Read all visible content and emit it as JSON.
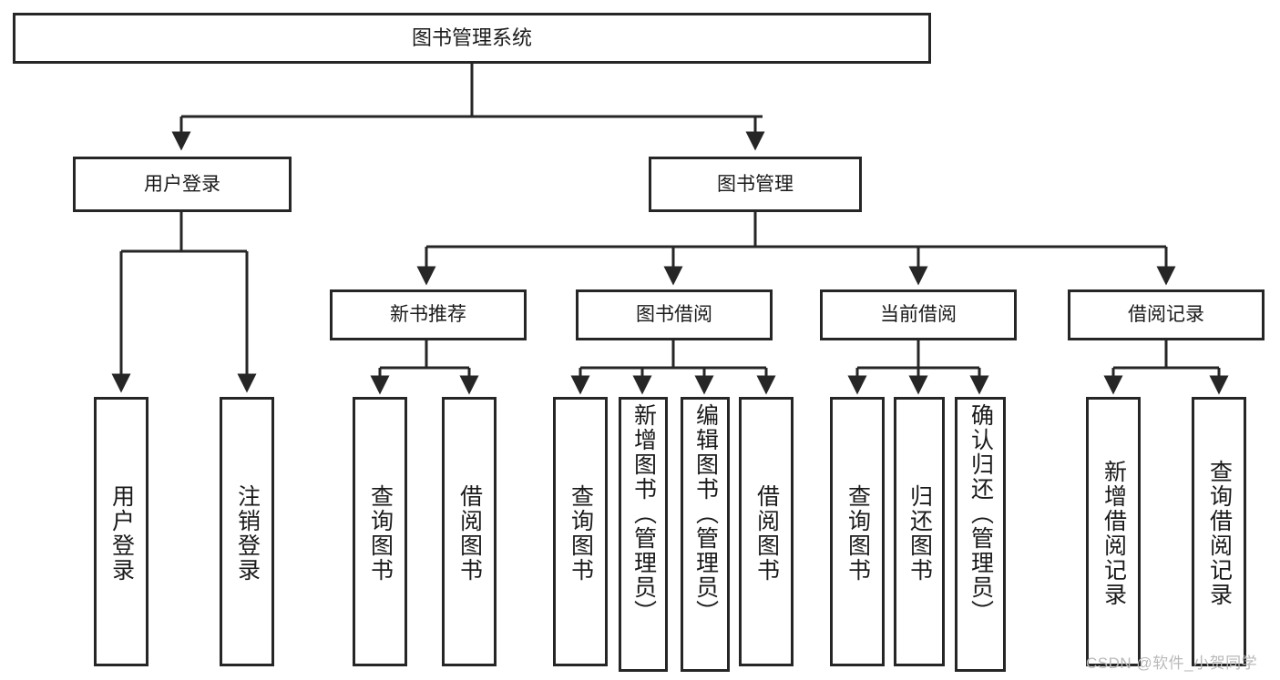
{
  "diagram": {
    "title_node": {
      "label": "图书管理系统"
    },
    "level1": [
      {
        "id": "user-login",
        "label": "用户登录"
      },
      {
        "id": "book-management",
        "label": "图书管理"
      }
    ],
    "level2": [
      {
        "id": "new-book-recommendation",
        "label": "新书推荐"
      },
      {
        "id": "book-borrowing",
        "label": "图书借阅"
      },
      {
        "id": "current-borrowing",
        "label": "当前借阅"
      },
      {
        "id": "borrowing-records",
        "label": "借阅记录"
      }
    ],
    "leaves": {
      "user_login": [
        {
          "id": "leaf-user-login",
          "label": "用户登录"
        },
        {
          "id": "leaf-logout-login",
          "label": "注销登录"
        }
      ],
      "new_book_recommendation": [
        {
          "id": "leaf-query-books-1",
          "label": "查询图书"
        },
        {
          "id": "leaf-borrow-books-1",
          "label": "借阅图书"
        }
      ],
      "book_borrowing": [
        {
          "id": "leaf-query-books-2",
          "label": "查询图书"
        },
        {
          "id": "leaf-add-book-admin",
          "label": "新增图书（管理员）"
        },
        {
          "id": "leaf-edit-book-admin",
          "label": "编辑图书（管理员）"
        },
        {
          "id": "leaf-borrow-books-2",
          "label": "借阅图书"
        }
      ],
      "current_borrowing": [
        {
          "id": "leaf-query-books-3",
          "label": "查询图书"
        },
        {
          "id": "leaf-return-books",
          "label": "归还图书"
        },
        {
          "id": "leaf-confirm-return-admin",
          "label": "确认归还（管理员）"
        }
      ],
      "borrowing_records": [
        {
          "id": "leaf-add-borrow-record",
          "label": "新增借阅记录"
        },
        {
          "id": "leaf-query-borrow-record",
          "label": "查询借阅记录"
        }
      ]
    }
  },
  "watermark": {
    "text": "CSDN @软件_小贺同学"
  },
  "colors": {
    "box_border": "#262626",
    "box_fill": "#ffffff",
    "text": "#1a1a1a",
    "edge": "#262626",
    "watermark": "#b9b9b9",
    "background": "#ffffff"
  }
}
